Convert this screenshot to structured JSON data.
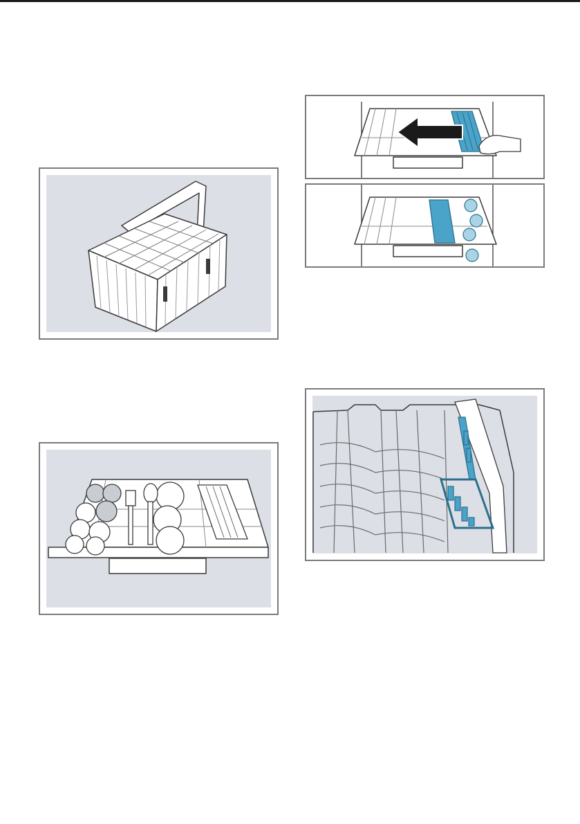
{
  "page": {
    "figures": [
      {
        "name": "cutlery-basket",
        "depicts": "cutlery-basket-icon"
      },
      {
        "name": "cutlery-drawer-loaded",
        "depicts": "cutlery-drawer-icon"
      },
      {
        "name": "drawer-slide-step-1",
        "depicts": "push-arrow-icon"
      },
      {
        "name": "drawer-slide-step-2",
        "depicts": "glass-holder-icon"
      },
      {
        "name": "rack-fold-down-tines",
        "depicts": "folding-tines-icon"
      }
    ],
    "colors": {
      "frame_border": "#7a7a7a",
      "panel_bg": "#dcdfe6",
      "accent_blue": "#4aa3c8",
      "line": "#3a3a3a",
      "white": "#ffffff"
    }
  }
}
